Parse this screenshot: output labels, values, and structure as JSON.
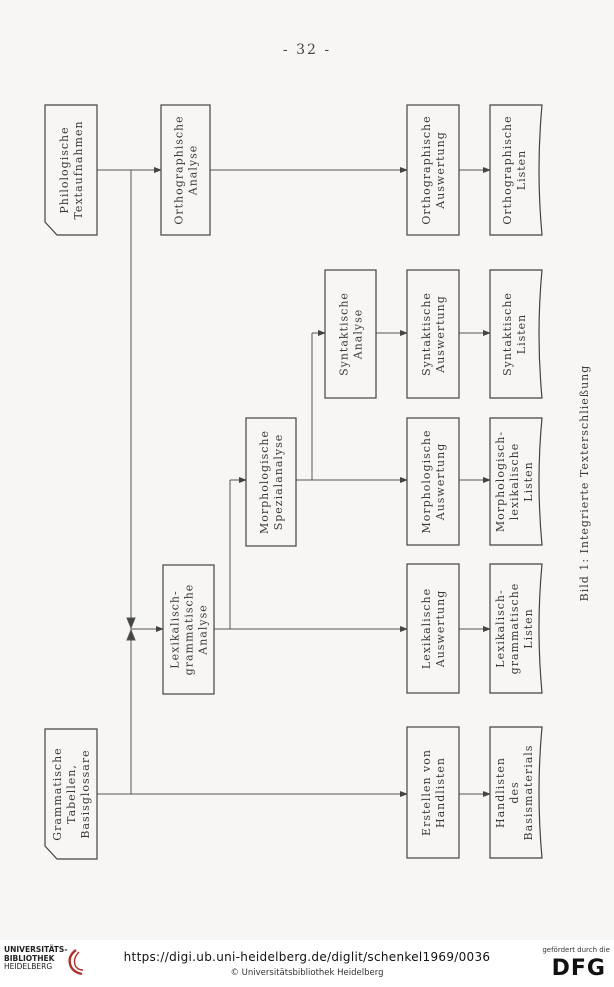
{
  "page_number": "- 32 -",
  "caption": "Bild 1:  Integrierte Texterschließung",
  "boxes": {
    "philologische": [
      "Philologische",
      "Textaufnahmen"
    ],
    "ortho_analyse": [
      "Orthographische",
      "Analyse"
    ],
    "ortho_auswertung": [
      "Orthographische",
      "Auswertung"
    ],
    "ortho_listen": [
      "Orthographische",
      "Listen"
    ],
    "synt_analyse": [
      "Syntaktische",
      "Analyse"
    ],
    "synt_auswertung": [
      "Syntaktische",
      "Auswertung"
    ],
    "synt_listen": [
      "Syntaktische",
      "Listen"
    ],
    "morph_spezial": [
      "Morphologische",
      "Spezialanalyse"
    ],
    "morph_auswertung": [
      "Morphologische",
      "Auswertung"
    ],
    "morph_listen": [
      "Morphologisch-",
      "lexikalische",
      "Listen"
    ],
    "lex_analyse": [
      "Lexikalisch-",
      "grammatische",
      "Analyse"
    ],
    "lex_auswertung": [
      "Lexikalische",
      "Auswertung"
    ],
    "lex_listen": [
      "Lexikalisch-",
      "grammatische",
      "Listen"
    ],
    "gram_tabellen": [
      "Grammatische",
      "Tabellen,",
      "Basisglossare"
    ],
    "handlisten_erstellen": [
      "Erstellen von",
      "Handlisten"
    ],
    "handlisten_basis": [
      "Handlisten",
      "des",
      "Basismaterials"
    ]
  },
  "footer": {
    "logo_line1": "UNIVERSITÄTS-",
    "logo_line2": "BIBLIOTHEK",
    "logo_line3": "HEIDELBERG",
    "url": "https://digi.ub.uni-heidelberg.de/diglit/schenkel1969/0036",
    "copyright": "© Universitätsbibliothek Heidelberg",
    "funding_note": "gefördert durch die",
    "funder": "DFG"
  }
}
